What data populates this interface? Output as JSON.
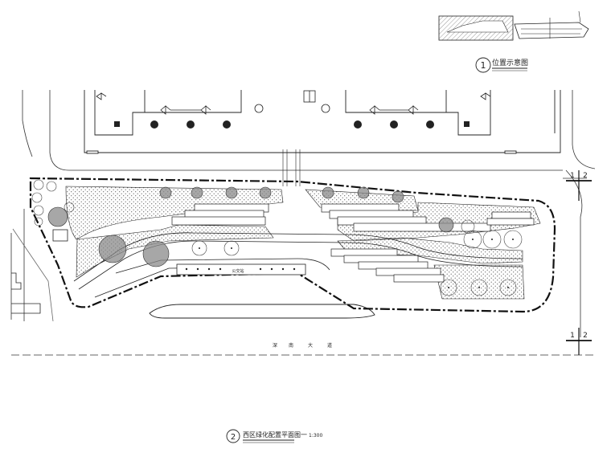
{
  "inset": {
    "number": "1",
    "title": "位置示意图"
  },
  "plan": {
    "number": "2",
    "title": "西区绿化配置平面图一",
    "scale": "1:300",
    "road_chars": [
      "深",
      "南",
      "大",
      "道"
    ],
    "kiosk_label": "公交站",
    "section_marks": [
      {
        "left": "1",
        "right": "2"
      },
      {
        "left": "1",
        "right": "2"
      }
    ]
  },
  "colors": {
    "linework": "#222222",
    "tree_fill": "#8a8a8a",
    "stipple": "#555555"
  }
}
